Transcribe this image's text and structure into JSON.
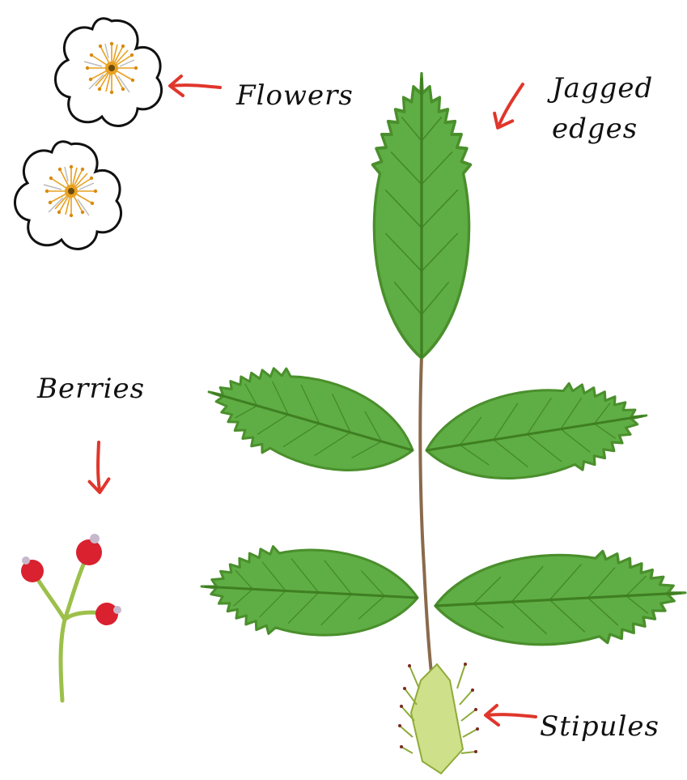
{
  "labels": {
    "flowers": "Flowers",
    "jagged_line1": "Jagged",
    "jagged_line2": "edges",
    "berries": "Berries",
    "stipules": "Stipules"
  },
  "colors": {
    "leaf_fill": "#5fae45",
    "leaf_outline": "#4a8f2c",
    "midrib": "#3f7f22",
    "stem": "#8a6a4c",
    "arrow": "#e0362c",
    "berry": "#d9212f",
    "berry_stem": "#9cc04a",
    "flower_center": "#e8a020",
    "stipule": "#b9cf72"
  },
  "icons": [
    "flower-icon",
    "leaf-icon",
    "berry-icon",
    "arrow-icon"
  ]
}
